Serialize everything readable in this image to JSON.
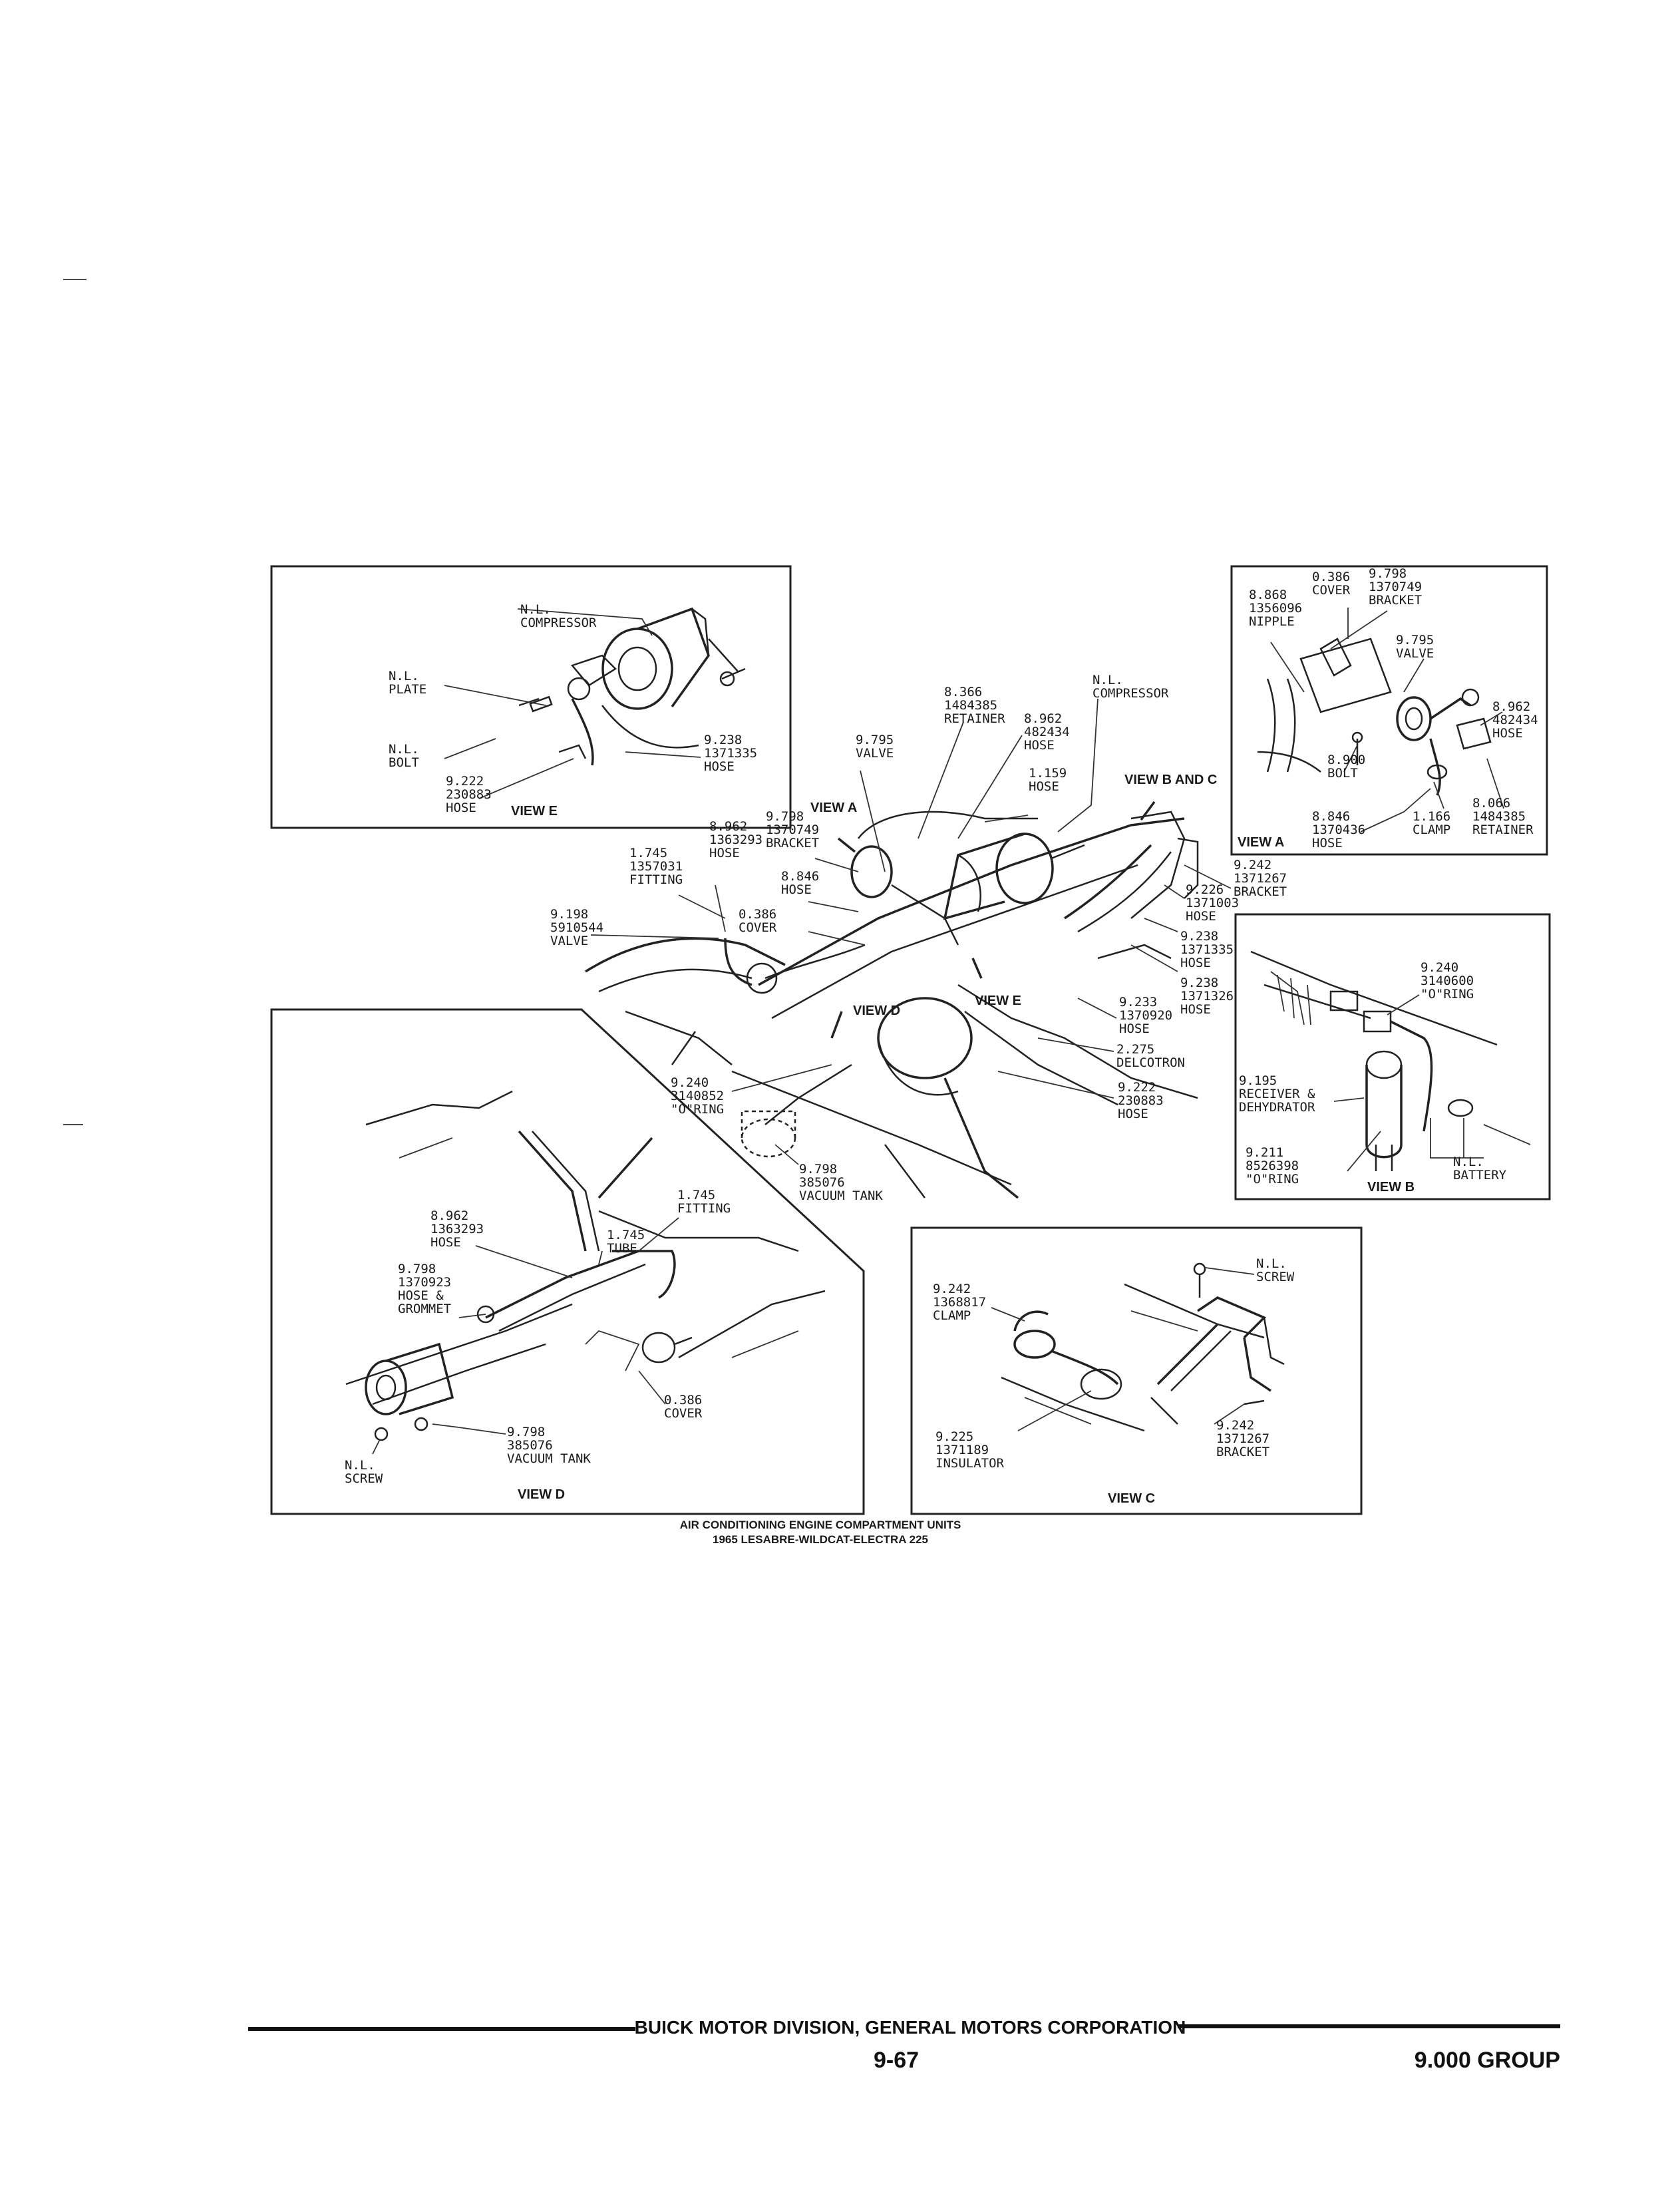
{
  "figure": {
    "caption_line1": "AIR CONDITIONING ENGINE COMPARTMENT UNITS",
    "caption_line2": "1965 LESABRE-WILDCAT-ELECTRA 225"
  },
  "footer": {
    "division": "BUICK MOTOR DIVISION, GENERAL MOTORS CORPORATION",
    "page_number": "9-67",
    "group": "9.000 GROUP"
  },
  "view_e": {
    "title": "VIEW E",
    "labels": [
      {
        "id": "ve-comp-1",
        "text": "N.L."
      },
      {
        "id": "ve-comp-2",
        "text": "COMPRESSOR"
      },
      {
        "id": "ve-plate-1",
        "text": "N.L."
      },
      {
        "id": "ve-plate-2",
        "text": "PLATE"
      },
      {
        "id": "ve-bolt-1",
        "text": "N.L."
      },
      {
        "id": "ve-bolt-2",
        "text": "BOLT"
      },
      {
        "id": "ve-hose222-1",
        "text": "9.222"
      },
      {
        "id": "ve-hose222-2",
        "text": "230883"
      },
      {
        "id": "ve-hose222-3",
        "text": "HOSE"
      },
      {
        "id": "ve-hose238-1",
        "text": "9.238"
      },
      {
        "id": "ve-hose238-2",
        "text": "1371335"
      },
      {
        "id": "ve-hose238-3",
        "text": "HOSE"
      }
    ]
  },
  "view_a": {
    "title": "VIEW A",
    "labels": [
      {
        "id": "va-cover-1",
        "text": "0.386"
      },
      {
        "id": "va-cover-2",
        "text": "COVER"
      },
      {
        "id": "va-bracket-1",
        "text": "9.798"
      },
      {
        "id": "va-bracket-2",
        "text": "1370749"
      },
      {
        "id": "va-bracket-3",
        "text": "BRACKET"
      },
      {
        "id": "va-nipple-1",
        "text": "8.868"
      },
      {
        "id": "va-nipple-2",
        "text": "1356096"
      },
      {
        "id": "va-nipple-3",
        "text": "NIPPLE"
      },
      {
        "id": "va-valve-1",
        "text": "9.795"
      },
      {
        "id": "va-valve-2",
        "text": "VALVE"
      },
      {
        "id": "va-hose962-1",
        "text": "8.962"
      },
      {
        "id": "va-hose962-2",
        "text": "482434"
      },
      {
        "id": "va-hose962-3",
        "text": "HOSE"
      },
      {
        "id": "va-bolt-1",
        "text": "8.900"
      },
      {
        "id": "va-bolt-2",
        "text": "BOLT"
      },
      {
        "id": "va-hose846-1",
        "text": "8.846"
      },
      {
        "id": "va-hose846-2",
        "text": "1370436"
      },
      {
        "id": "va-hose846-3",
        "text": "HOSE"
      },
      {
        "id": "va-clamp-1",
        "text": "1.166"
      },
      {
        "id": "va-clamp-2",
        "text": "CLAMP"
      },
      {
        "id": "va-ret-1",
        "text": "8.066"
      },
      {
        "id": "va-ret-2",
        "text": "1484385"
      },
      {
        "id": "va-ret-3",
        "text": "RETAINER"
      }
    ]
  },
  "main": {
    "labels": [
      {
        "id": "m-comp-1",
        "text": "N.L."
      },
      {
        "id": "m-comp-2",
        "text": "COMPRESSOR"
      },
      {
        "id": "m-ret-1",
        "text": "8.366"
      },
      {
        "id": "m-ret-2",
        "text": "1484385"
      },
      {
        "id": "m-ret-3",
        "text": "RETAINER"
      },
      {
        "id": "m-hose962-1",
        "text": "8.962"
      },
      {
        "id": "m-hose962-2",
        "text": "482434"
      },
      {
        "id": "m-hose962-3",
        "text": "HOSE"
      },
      {
        "id": "m-valve-1",
        "text": "9.795"
      },
      {
        "id": "m-valve-2",
        "text": "VALVE"
      },
      {
        "id": "m-hose159-1",
        "text": "1.159"
      },
      {
        "id": "m-hose159-2",
        "text": "HOSE"
      },
      {
        "id": "m-viewbc",
        "text": "VIEW B AND C"
      },
      {
        "id": "m-viewa",
        "text": "VIEW A"
      },
      {
        "id": "m-brk798-1",
        "text": "9.798"
      },
      {
        "id": "m-brk798-2",
        "text": "1370749"
      },
      {
        "id": "m-brk798-3",
        "text": "BRACKET"
      },
      {
        "id": "m-hose1363-1",
        "text": "8.962"
      },
      {
        "id": "m-hose1363-2",
        "text": "1363293"
      },
      {
        "id": "m-hose1363-3",
        "text": "HOSE"
      },
      {
        "id": "m-fit-1",
        "text": "1.745"
      },
      {
        "id": "m-fit-2",
        "text": "1357031"
      },
      {
        "id": "m-fit-3",
        "text": "FITTING"
      },
      {
        "id": "m-hose846-1",
        "text": "8.846"
      },
      {
        "id": "m-hose846-2",
        "text": "HOSE"
      },
      {
        "id": "m-cover-1",
        "text": "0.386"
      },
      {
        "id": "m-cover-2",
        "text": "COVER"
      },
      {
        "id": "m-valve198-1",
        "text": "9.198"
      },
      {
        "id": "m-valve198-2",
        "text": "5910544"
      },
      {
        "id": "m-valve198-3",
        "text": "VALVE"
      },
      {
        "id": "m-brk242-1",
        "text": "9.242"
      },
      {
        "id": "m-brk242-2",
        "text": "1371267"
      },
      {
        "id": "m-brk242-3",
        "text": "BRACKET"
      },
      {
        "id": "m-hose226-1",
        "text": "9.226"
      },
      {
        "id": "m-hose226-2",
        "text": "1371003"
      },
      {
        "id": "m-hose226-3",
        "text": "HOSE"
      },
      {
        "id": "m-hose238-1",
        "text": "9.238"
      },
      {
        "id": "m-hose238-2",
        "text": "1371335"
      },
      {
        "id": "m-hose238-3",
        "text": "HOSE"
      },
      {
        "id": "m-hose1326-1",
        "text": "9.238"
      },
      {
        "id": "m-hose1326-2",
        "text": "1371326"
      },
      {
        "id": "m-hose1326-3",
        "text": "HOSE"
      },
      {
        "id": "m-hose233-1",
        "text": "9.233"
      },
      {
        "id": "m-hose233-2",
        "text": "1370920"
      },
      {
        "id": "m-hose233-3",
        "text": "HOSE"
      },
      {
        "id": "m-viewd",
        "text": "VIEW D"
      },
      {
        "id": "m-viewe",
        "text": "VIEW E"
      },
      {
        "id": "m-delco-1",
        "text": "2.275"
      },
      {
        "id": "m-delco-2",
        "text": "DELCOTRON"
      },
      {
        "id": "m-hose222-1",
        "text": "9.222"
      },
      {
        "id": "m-hose222-2",
        "text": "230883"
      },
      {
        "id": "m-hose222-3",
        "text": "HOSE"
      },
      {
        "id": "m-oring-1",
        "text": "9.240"
      },
      {
        "id": "m-oring-2",
        "text": "3140852"
      },
      {
        "id": "m-oring-3",
        "text": "\"O\"RING"
      },
      {
        "id": "m-vac-1",
        "text": "9.798"
      },
      {
        "id": "m-vac-2",
        "text": "385076"
      },
      {
        "id": "m-vac-3",
        "text": "VACUUM TANK"
      }
    ]
  },
  "view_b": {
    "title": "VIEW B",
    "labels": [
      {
        "id": "vb-oring240-1",
        "text": "9.240"
      },
      {
        "id": "vb-oring240-2",
        "text": "3140600"
      },
      {
        "id": "vb-oring240-3",
        "text": "\"O\"RING"
      },
      {
        "id": "vb-recv-1",
        "text": "9.195"
      },
      {
        "id": "vb-recv-2",
        "text": "RECEIVER &"
      },
      {
        "id": "vb-recv-3",
        "text": "DEHYDRATOR"
      },
      {
        "id": "vb-oring211-1",
        "text": "9.211"
      },
      {
        "id": "vb-oring211-2",
        "text": "8526398"
      },
      {
        "id": "vb-oring211-3",
        "text": "\"O\"RING"
      },
      {
        "id": "vb-batt-1",
        "text": "N.L."
      },
      {
        "id": "vb-batt-2",
        "text": "BATTERY"
      }
    ]
  },
  "view_d": {
    "title": "VIEW D",
    "labels": [
      {
        "id": "vd-fit-1",
        "text": "1.745"
      },
      {
        "id": "vd-fit-2",
        "text": "FITTING"
      },
      {
        "id": "vd-hose-1",
        "text": "8.962"
      },
      {
        "id": "vd-hose-2",
        "text": "1363293"
      },
      {
        "id": "vd-hose-3",
        "text": "HOSE"
      },
      {
        "id": "vd-tube-1",
        "text": "1.745"
      },
      {
        "id": "vd-tube-2",
        "text": "TUBE"
      },
      {
        "id": "vd-grom-1",
        "text": "9.798"
      },
      {
        "id": "vd-grom-2",
        "text": "1370923"
      },
      {
        "id": "vd-grom-3",
        "text": "HOSE &"
      },
      {
        "id": "vd-grom-4",
        "text": "GROMMET"
      },
      {
        "id": "vd-cover-1",
        "text": "0.386"
      },
      {
        "id": "vd-cover-2",
        "text": "COVER"
      },
      {
        "id": "vd-vac-1",
        "text": "9.798"
      },
      {
        "id": "vd-vac-2",
        "text": "385076"
      },
      {
        "id": "vd-vac-3",
        "text": "VACUUM TANK"
      },
      {
        "id": "vd-screw-1",
        "text": "N.L."
      },
      {
        "id": "vd-screw-2",
        "text": "SCREW"
      }
    ]
  },
  "view_c": {
    "title": "VIEW C",
    "labels": [
      {
        "id": "vc-screw-1",
        "text": "N.L."
      },
      {
        "id": "vc-screw-2",
        "text": "SCREW"
      },
      {
        "id": "vc-clamp-1",
        "text": "9.242"
      },
      {
        "id": "vc-clamp-2",
        "text": "1368817"
      },
      {
        "id": "vc-clamp-3",
        "text": "CLAMP"
      },
      {
        "id": "vc-ins-1",
        "text": "9.225"
      },
      {
        "id": "vc-ins-2",
        "text": "1371189"
      },
      {
        "id": "vc-ins-3",
        "text": "INSULATOR"
      },
      {
        "id": "vc-brk-1",
        "text": "9.242"
      },
      {
        "id": "vc-brk-2",
        "text": "1371267"
      },
      {
        "id": "vc-brk-3",
        "text": "BRACKET"
      }
    ]
  }
}
